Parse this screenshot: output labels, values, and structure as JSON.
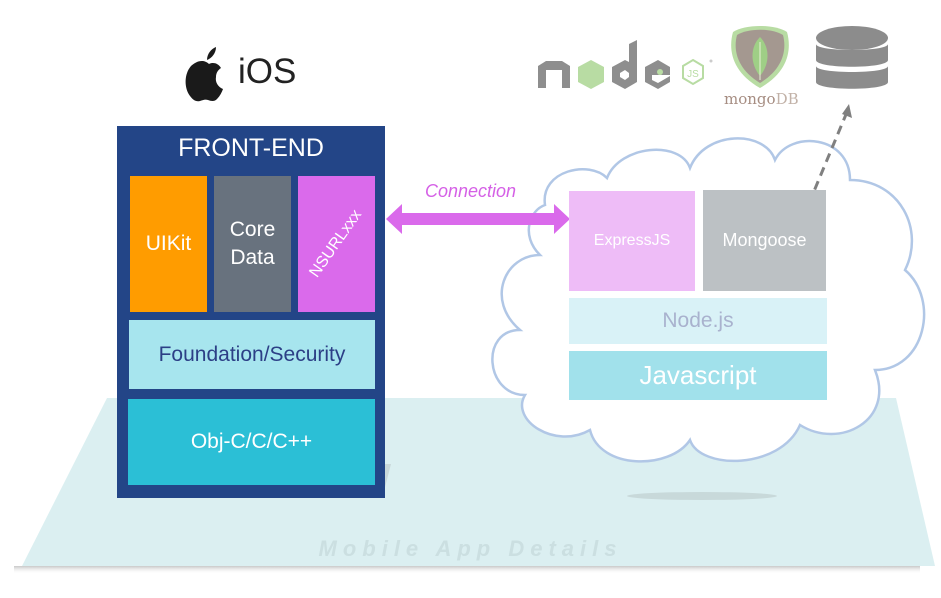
{
  "colors": {
    "frontend_panel": "#234587",
    "uikit": "#ff9c00",
    "core_data": "#68727e",
    "nsurl": "#da6aeb",
    "foundation": "#a7e5ee",
    "objc": "#2bbfd6",
    "connection": "#d561e6",
    "expressjs": "#eebcf7",
    "mongoose": "#bcc1c4",
    "nodejs": "#d9f2f7",
    "javascript": "#a1e1eb",
    "cloud_stroke": "#b1c7e6",
    "platform": "#dbeff1"
  },
  "ios": {
    "icon": "apple-icon",
    "label": "iOS"
  },
  "frontend": {
    "title": "FRONT-END",
    "uikit": "UIKit",
    "core_data_line1": "Core",
    "core_data_line2": "Data",
    "nsurl": "NSURLxxx",
    "foundation": "Foundation/Security",
    "objc": "Obj-C/C/C++"
  },
  "connection": {
    "label": "Connection"
  },
  "backend": {
    "expressjs": "ExpressJS",
    "mongoose": "Mongoose",
    "nodejs": "Node.js",
    "javascript": "Javascript"
  },
  "logos": {
    "node_icon": "nodejs-logo-icon",
    "mongodb_icon": "mongodb-leaf-icon",
    "mongodb_word": "mongo",
    "mongodb_word_db": "DB",
    "database_icon": "database-icon"
  },
  "platform": {
    "label": "Mobile App Details"
  }
}
